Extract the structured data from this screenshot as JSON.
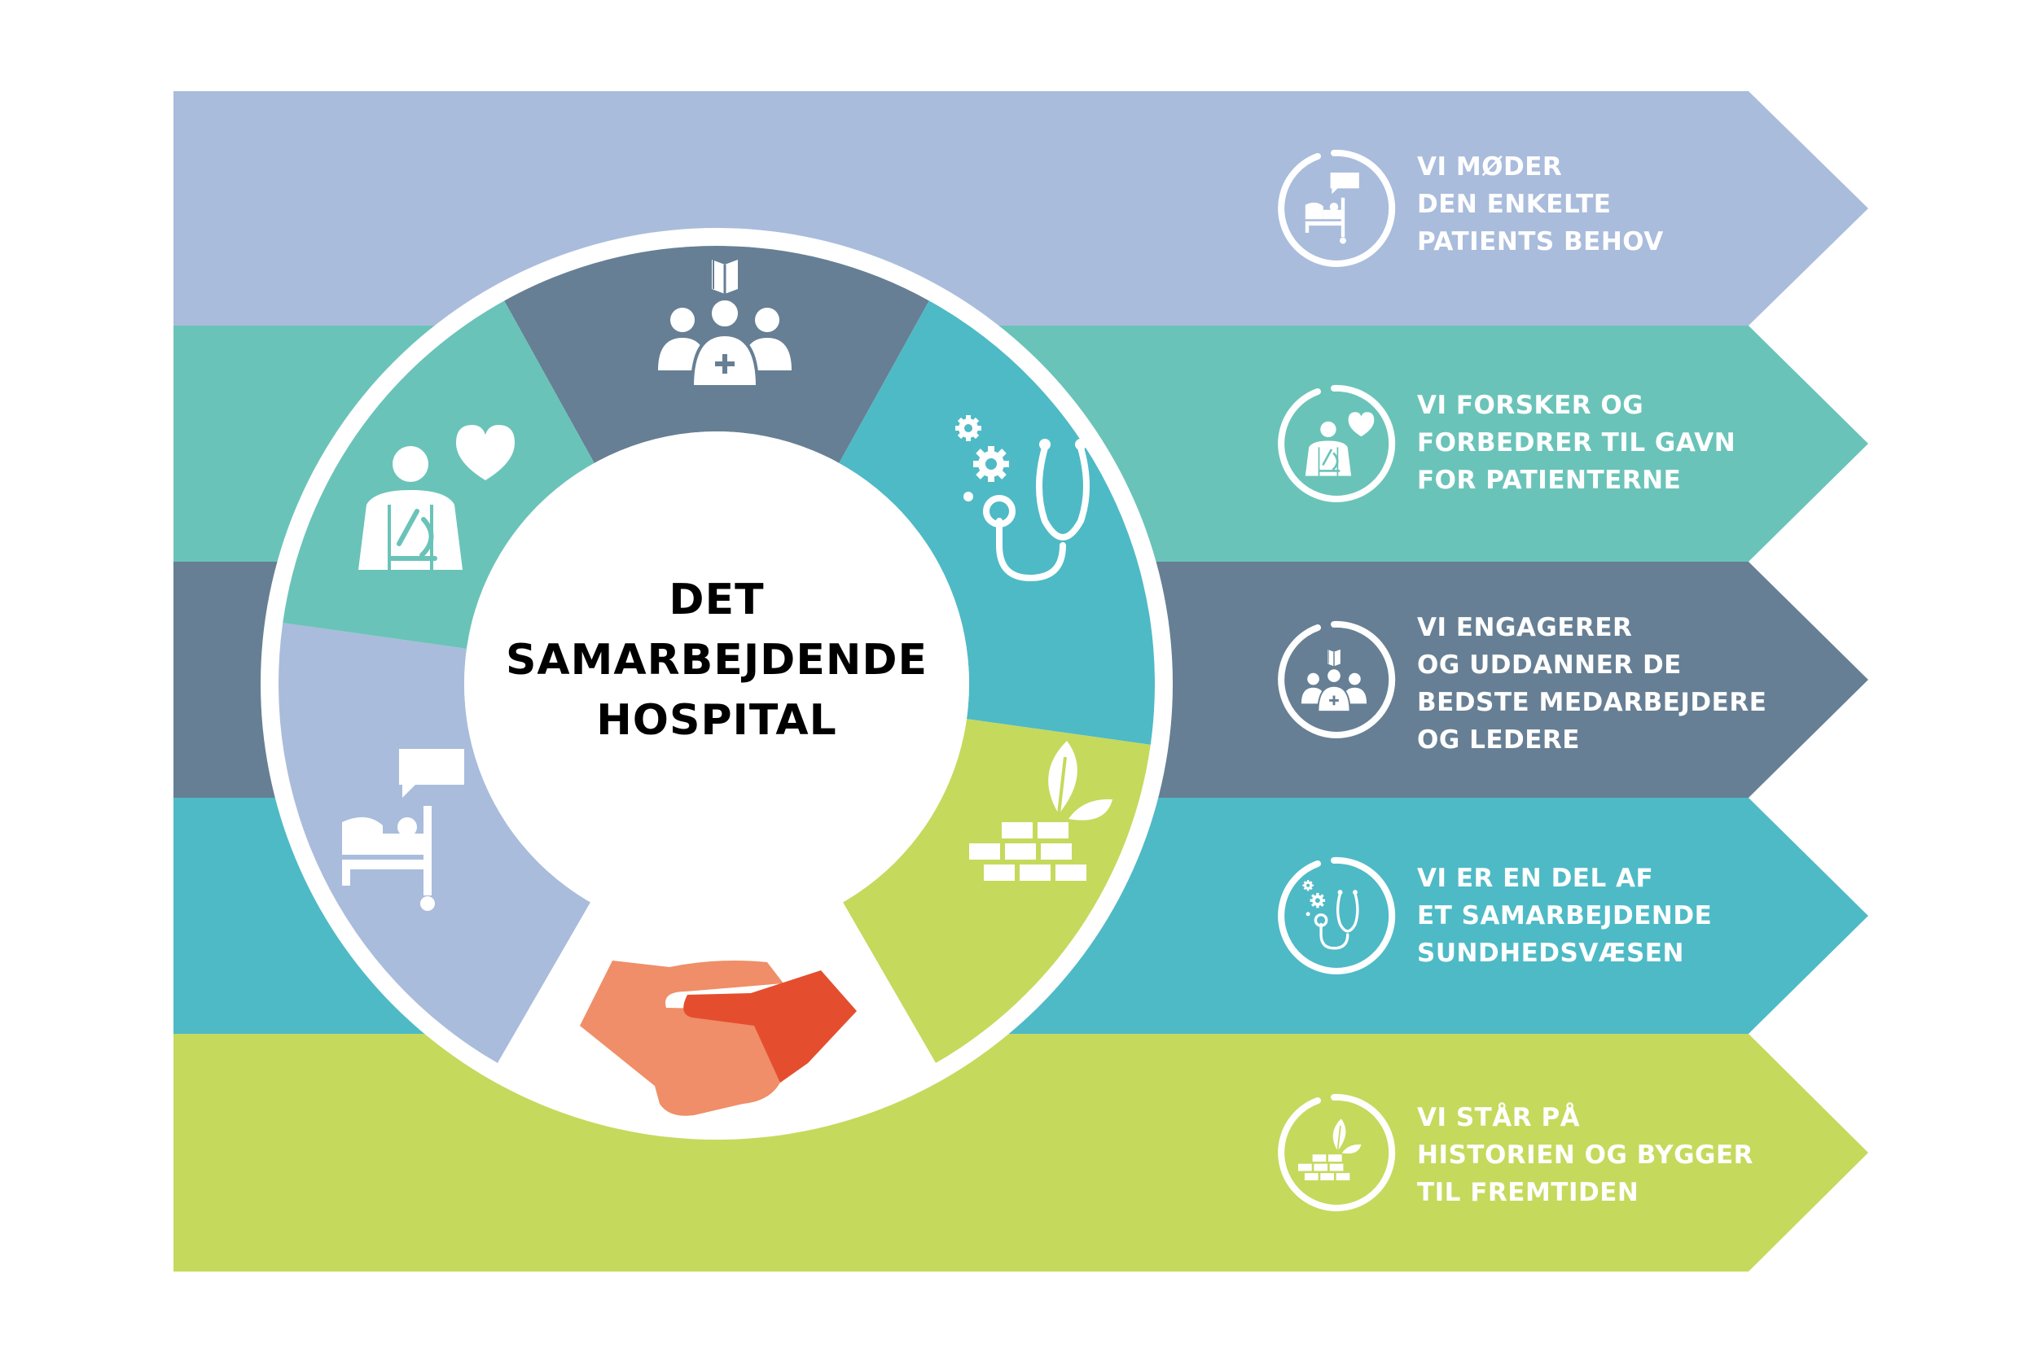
{
  "title": {
    "lines": [
      "DET",
      "SAMARBEJDENDE",
      "HOSPITAL"
    ]
  },
  "colors": {
    "periwinkle": "#A9BCDC",
    "teal": "#6AC3B8",
    "slate": "#667F94",
    "cyan": "#4EBAC6",
    "lime": "#C5D95C",
    "hand_light": "#EF8E68",
    "hand_dark": "#E44E2E",
    "ring": "#FFFFFF"
  },
  "bands": [
    {
      "id": "patient-needs",
      "icon": "patient-bed-speech-icon",
      "color": "#A9BCDC",
      "lines": [
        "VI MØDER",
        "DEN ENKELTE",
        "PATIENTS BEHOV"
      ]
    },
    {
      "id": "research",
      "icon": "research-microscope-heart-icon",
      "color": "#6AC3B8",
      "lines": [
        "VI FORSKER OG",
        "FORBEDRER TIL GAVN",
        "FOR PATIENTERNE"
      ]
    },
    {
      "id": "staff",
      "icon": "staff-group-book-icon",
      "color": "#667F94",
      "lines": [
        "VI ENGAGERER",
        "OG UDDANNER DE",
        "BEDSTE MEDARBEJDERE",
        "OG LEDERE"
      ]
    },
    {
      "id": "healthcare",
      "icon": "stethoscope-gears-icon",
      "color": "#4EBAC6",
      "lines": [
        "VI ER EN DEL AF",
        "ET SAMARBEJDENDE",
        "SUNDHEDSVÆSEN"
      ]
    },
    {
      "id": "history",
      "icon": "bricks-leaf-icon",
      "color": "#C5D95C",
      "lines": [
        "VI STÅR PÅ",
        "HISTORIEN OG BYGGER",
        "TIL FREMTIDEN"
      ]
    }
  ],
  "wheel": {
    "segments": [
      {
        "id": "staff",
        "icon": "staff-group-book-icon",
        "color": "#667F94"
      },
      {
        "id": "healthcare",
        "icon": "stethoscope-gears-icon",
        "color": "#4EBAC6"
      },
      {
        "id": "history",
        "icon": "bricks-leaf-icon",
        "color": "#C5D95C"
      },
      {
        "id": "patient-needs",
        "icon": "patient-bed-speech-icon",
        "color": "#A9BCDC"
      },
      {
        "id": "research",
        "icon": "research-microscope-heart-icon",
        "color": "#6AC3B8"
      }
    ],
    "center_icon": "handshake-icon"
  }
}
